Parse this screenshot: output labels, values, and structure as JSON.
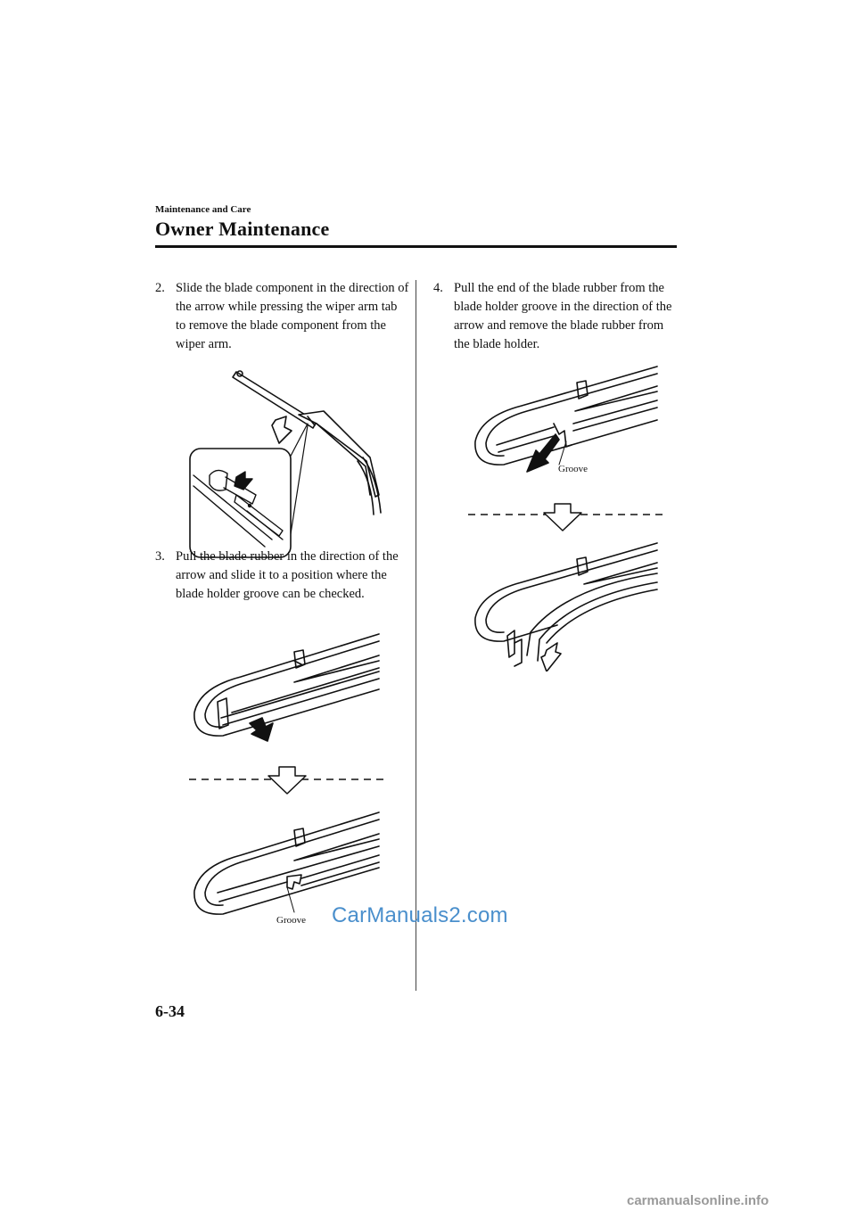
{
  "header": {
    "section": "Maintenance and Care",
    "title": "Owner Maintenance"
  },
  "steps": [
    {
      "num": "2.",
      "text": "Slide the blade component in the direction of the arrow while pressing the wiper arm tab to remove the blade component from the wiper arm."
    },
    {
      "num": "3.",
      "text": "Pull the blade rubber in the direction of the arrow and slide it to a position where the blade holder groove can be checked."
    },
    {
      "num": "4.",
      "text": "Pull the end of the blade rubber from the blade holder groove in the direction of the arrow and remove the blade rubber from the blade holder."
    }
  ],
  "figures": {
    "fig3_label": "Groove",
    "fig4_label": "Groove"
  },
  "page_number": "6-34",
  "watermark": "CarManuals2.com",
  "footer_watermark": "carmanualsonline.info"
}
